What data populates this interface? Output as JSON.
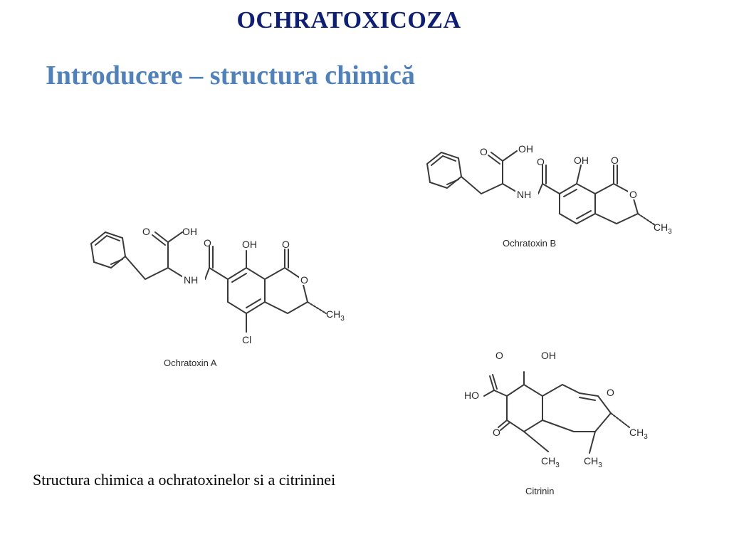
{
  "slide": {
    "title": "OCHRATOXICOZA",
    "subtitle": "Introducere – structura chimică",
    "caption": "Structura chimica a ochratoxinelor si a citrininei"
  },
  "structures": {
    "ochratoxin_a": {
      "name": "Ochratoxin A",
      "labels": {
        "o": "O",
        "oh": "OH",
        "nh": "NH",
        "cl": "Cl",
        "ch": "CH",
        "sub3": "3"
      }
    },
    "ochratoxin_b": {
      "name": "Ochratoxin B",
      "labels": {
        "o": "O",
        "oh": "OH",
        "nh": "NH",
        "ch": "CH",
        "sub3": "3"
      }
    },
    "citrinin": {
      "name": "Citrinin",
      "labels": {
        "o": "O",
        "oh": "OH",
        "ho": "HO",
        "ch": "CH",
        "sub3": "3"
      }
    }
  },
  "colors": {
    "title": "#0c1e78",
    "subtitle": "#4f81bd",
    "drawing": "#3a3a3a"
  }
}
